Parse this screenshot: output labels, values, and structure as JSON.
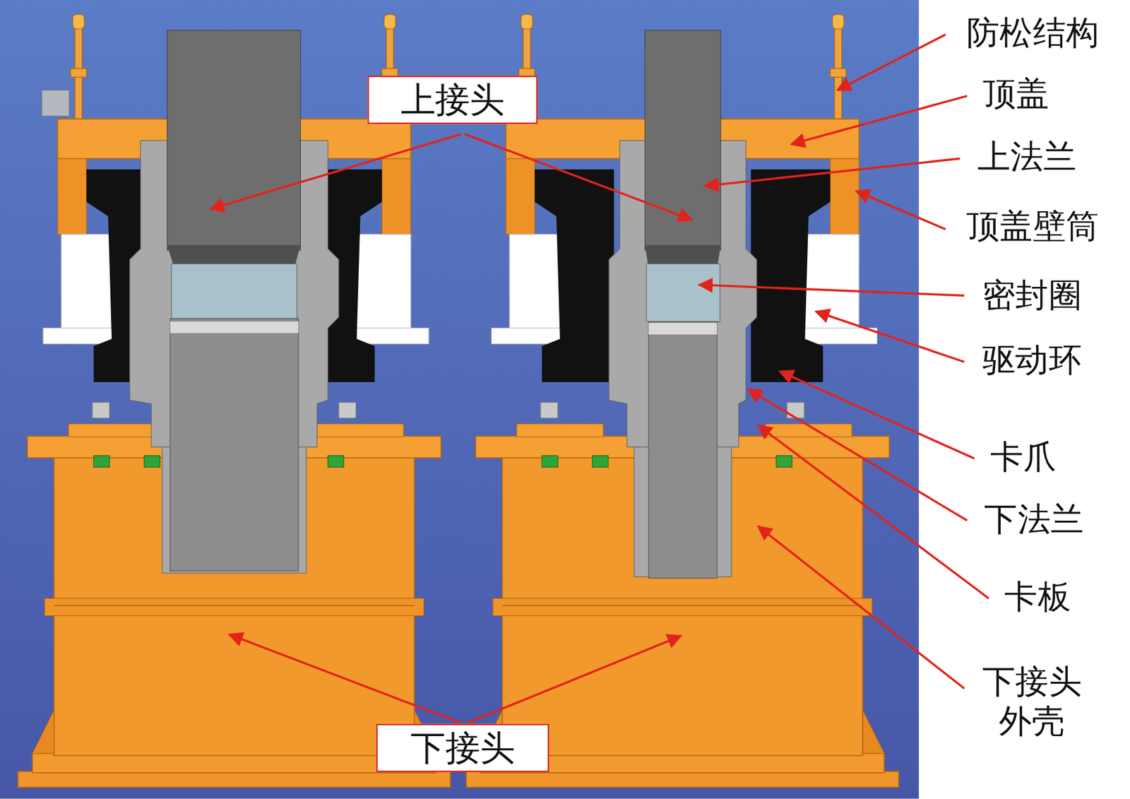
{
  "diagram": {
    "nodes": [
      {
        "text": [
          "上接头"
        ]
      },
      {
        "text": [
          "下接头"
        ]
      }
    ],
    "labels": [
      "防松结构",
      "顶盖",
      "上法兰",
      "顶盖壁筒",
      "密封圈",
      "驱动环",
      "卡爪",
      "下法兰",
      "卡板",
      "下接头 外壳"
    ]
  }
}
